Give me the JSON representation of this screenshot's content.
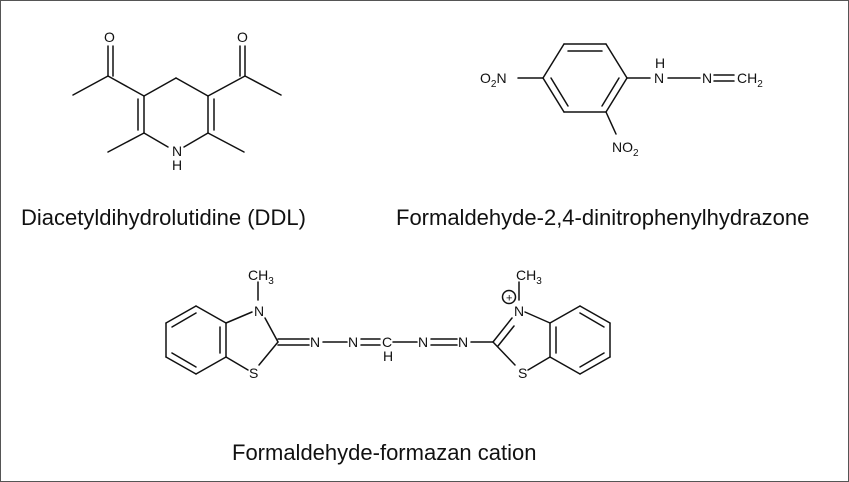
{
  "captions": {
    "ddl": "Diacetyldihydrolutidine (DDL)",
    "dnph": "Formaldehyde-2,4-dinitrophenylhydrazone",
    "formazan": "Formaldehyde-formazan cation"
  },
  "atoms": {
    "O": "O",
    "N": "N",
    "H": "H",
    "S": "S",
    "C": "C",
    "NH": "N",
    "CH3_main": "CH",
    "CH3_sub": "3",
    "NO2_main": "NO",
    "NO2_sub": "2",
    "O2N_pre": "O",
    "O2N_sub": "2",
    "O2N_post": "N",
    "CH2_main": "CH",
    "CH2_sub": "2",
    "plus": "+"
  }
}
